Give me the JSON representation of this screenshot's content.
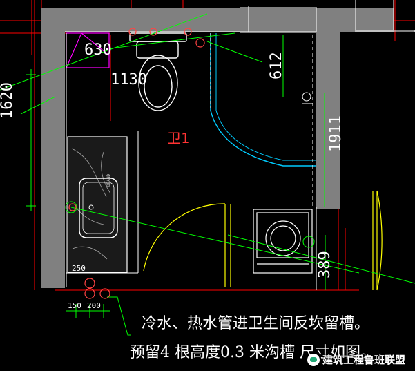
{
  "dimensions": {
    "d630": "630",
    "d1130": "1130",
    "d1620": "1620",
    "d612": "612",
    "d1911": "1911",
    "d389": "389",
    "d250": "250",
    "d150": "150",
    "d200": "200"
  },
  "room_label": "卫1",
  "basin_brand": "BRAND",
  "notes": {
    "line1": "冷水、热水管进卫生间反坎留槽。",
    "line2": "预留4 根高度0.3 米沟槽 尺寸如图。"
  },
  "watermark": "建筑工程鲁班联盟",
  "colors": {
    "wall": "#808080",
    "background": "#000000",
    "fixture": "#ffffff",
    "dimension_line": "#00ff00",
    "shower_arc": "#00ccff",
    "door_arc": "#ffff00",
    "red_grid": "#ff0000",
    "magenta": "#ff00ff"
  }
}
